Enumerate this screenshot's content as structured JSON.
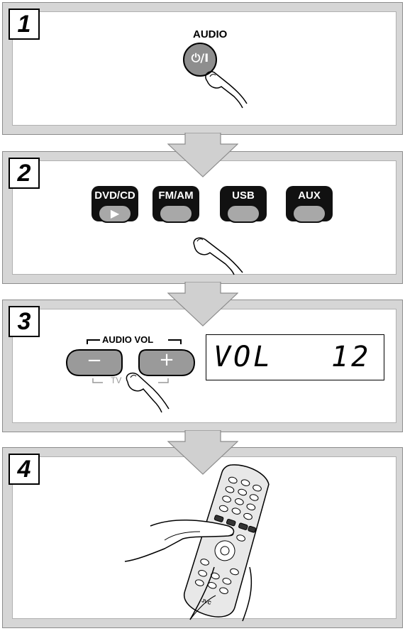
{
  "steps": [
    {
      "number": "1"
    },
    {
      "number": "2"
    },
    {
      "number": "3"
    },
    {
      "number": "4"
    }
  ],
  "step1": {
    "button_label": "AUDIO",
    "power_symbol": "⏻/I",
    "power_icon": "power-icon"
  },
  "step2": {
    "buttons": [
      {
        "label": "DVD/CD",
        "symbol": "▶"
      },
      {
        "label": "FM/AM",
        "symbol": ""
      },
      {
        "label": "USB",
        "symbol": ""
      },
      {
        "label": "AUX",
        "symbol": ""
      }
    ]
  },
  "step3": {
    "group_label": "AUDIO VOL",
    "tv_label": "TV",
    "minus_symbol": "−",
    "plus_symbol": "+",
    "display_text": "VOL",
    "display_value": "12"
  },
  "step4": {
    "remote_brand": "JVC"
  },
  "colors": {
    "panel_bg": "#d6d6d6",
    "button_dark": "#111111",
    "button_key": "#a8a8a8",
    "arrow_fill": "#d0d0d0"
  }
}
